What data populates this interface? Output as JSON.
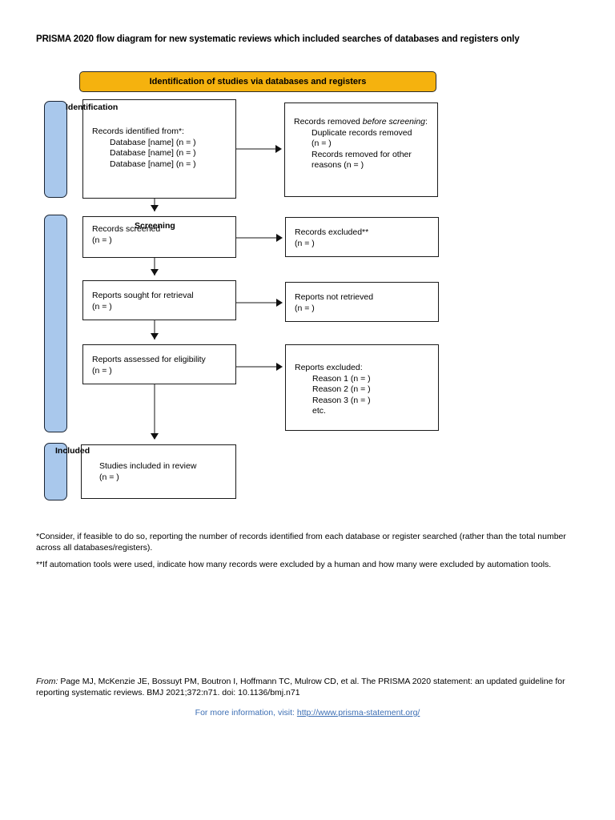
{
  "page_title": "PRISMA 2020 flow diagram for new systematic reviews which included searches of databases and registers only",
  "banner": {
    "label": "Identification of studies via databases and registers",
    "color": "#F5B20E"
  },
  "phases": {
    "tab_color": "#A9C8EC",
    "identification": "Identification",
    "screening": "Screening",
    "included": "Included"
  },
  "boxes": {
    "identified": {
      "heading": "Records identified from*:",
      "lines": [
        "Database [name] (n = )",
        "Database [name] (n = )",
        "Database [name] (n = )"
      ]
    },
    "removed": {
      "heading_pre": "Records removed ",
      "heading_italic": "before screening",
      "heading_post": ":",
      "lines": [
        "Duplicate records removed",
        "(n = )",
        "Records removed for other",
        "reasons (n = )"
      ]
    },
    "screened": {
      "heading": "Records screened",
      "count": "(n = )"
    },
    "excluded_records": {
      "heading": "Records excluded**",
      "count": "(n = )"
    },
    "sought": {
      "heading": "Reports sought for retrieval",
      "count": "(n = )"
    },
    "not_retrieved": {
      "heading": "Reports not retrieved",
      "count": "(n = )"
    },
    "assessed": {
      "heading": "Reports assessed for eligibility",
      "count": "(n = )"
    },
    "reports_excluded": {
      "heading": "Reports excluded:",
      "lines": [
        "Reason 1 (n = )",
        "Reason 2 (n = )",
        "Reason 3 (n = )",
        "etc."
      ]
    },
    "included": {
      "heading": "Studies included in review",
      "count": "(n = )"
    }
  },
  "footnotes": {
    "one": "*Consider, if feasible to do so, reporting the number of records identified from each database or register searched (rather than the total number across all databases/registers).",
    "two": "**If automation tools were used, indicate how many records were excluded by a human and how many were excluded by automation tools."
  },
  "citation": {
    "from_label": "From:",
    "text": "  Page MJ, McKenzie JE, Bossuyt PM, Boutron I, Hoffmann TC, Mulrow CD, et al. The PRISMA 2020 statement: an updated guideline for reporting systematic reviews. BMJ 2021;372:n71. doi: 10.1136/bmj.n71"
  },
  "more_info": {
    "prefix": "For more information, visit: ",
    "link_text": "http://www.prisma-statement.org/",
    "link_color": "#3d6fb4"
  }
}
